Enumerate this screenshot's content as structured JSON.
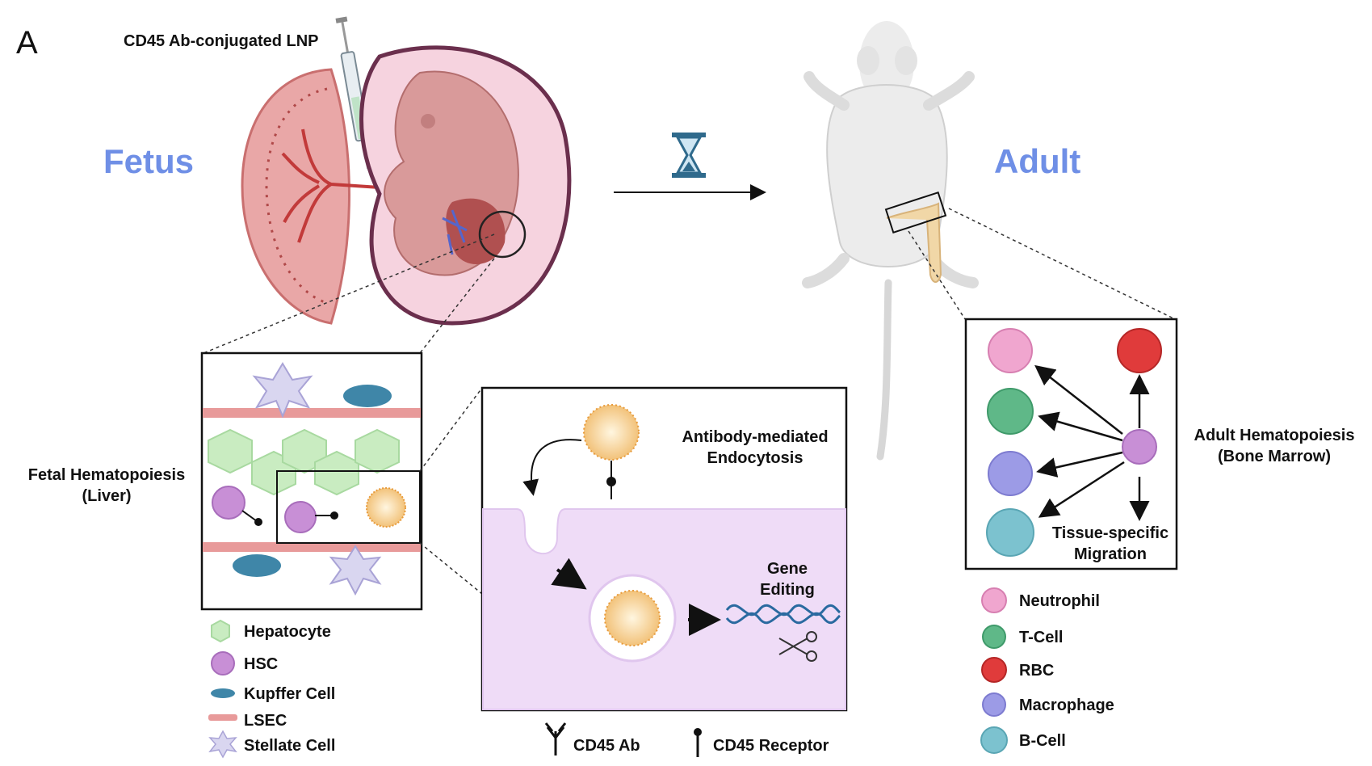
{
  "panel_letter": "A",
  "injection_label": "CD45 Ab-conjugated LNP",
  "stage_fetus": "Fetus",
  "stage_adult": "Adult",
  "fetal_hematopoiesis": {
    "line1": "Fetal Hematopoiesis",
    "line2": "(Liver)"
  },
  "adult_hematopoiesis": {
    "line1": "Adult Hematopoiesis",
    "line2": "(Bone Marrow)"
  },
  "endocytosis": {
    "line1": "Antibody-mediated",
    "line2": "Endocytosis"
  },
  "gene_editing": {
    "line1": "Gene",
    "line2": "Editing"
  },
  "migration": {
    "line1": "Tissue-specific",
    "line2": "Migration"
  },
  "liver_legend": [
    "Hepatocyte",
    "HSC",
    "Kupffer Cell",
    "LSEC",
    "Stellate Cell"
  ],
  "cell_legend": [
    "Neutrophil",
    "T-Cell",
    "RBC",
    "Macrophage",
    "B-Cell"
  ],
  "ab_legend": [
    "CD45 Ab",
    "CD45 Receptor"
  ],
  "icons": [
    "syringe-icon",
    "hourglass-icon",
    "mouse-icon",
    "placenta-icon",
    "fetus-icon",
    "dna-icon",
    "scissors-icon",
    "antibody-icon",
    "receptor-icon"
  ],
  "colors": {
    "stage_label": "#6f8fe6",
    "hepatocyte": "#c9ecc1",
    "hsc": "#c88fd6",
    "kupffer": "#3f86a8",
    "lsec": "#e89a9a",
    "stellate": "#d9d6f0",
    "neutrophil": "#f0a6cf",
    "tcell": "#5fb888",
    "rbc": "#e03b3b",
    "macrophage": "#9c9be6",
    "bcell": "#7cc2cf",
    "cytoplasm": "#efdcf7"
  }
}
